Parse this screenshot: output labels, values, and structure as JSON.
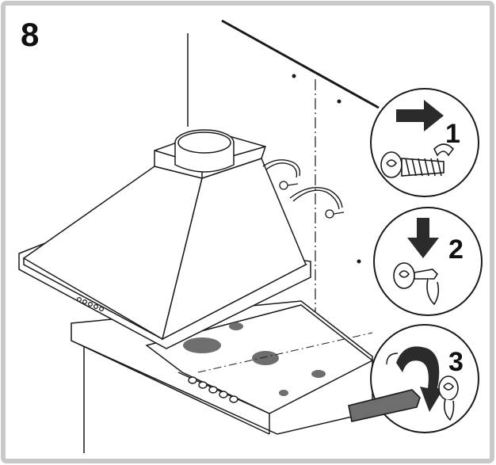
{
  "figure": {
    "step_label": "8",
    "callouts": [
      {
        "label": "1",
        "icon": "arrow-right-icon"
      },
      {
        "label": "2",
        "icon": "arrow-down-icon"
      },
      {
        "label": "3",
        "icon": "rotate-arrow-icon"
      }
    ],
    "colors": {
      "border": "#c8c8c8",
      "ink": "#1a1a1a",
      "arrow": "#2b2b2b",
      "burner": "#6e6e6e"
    }
  }
}
